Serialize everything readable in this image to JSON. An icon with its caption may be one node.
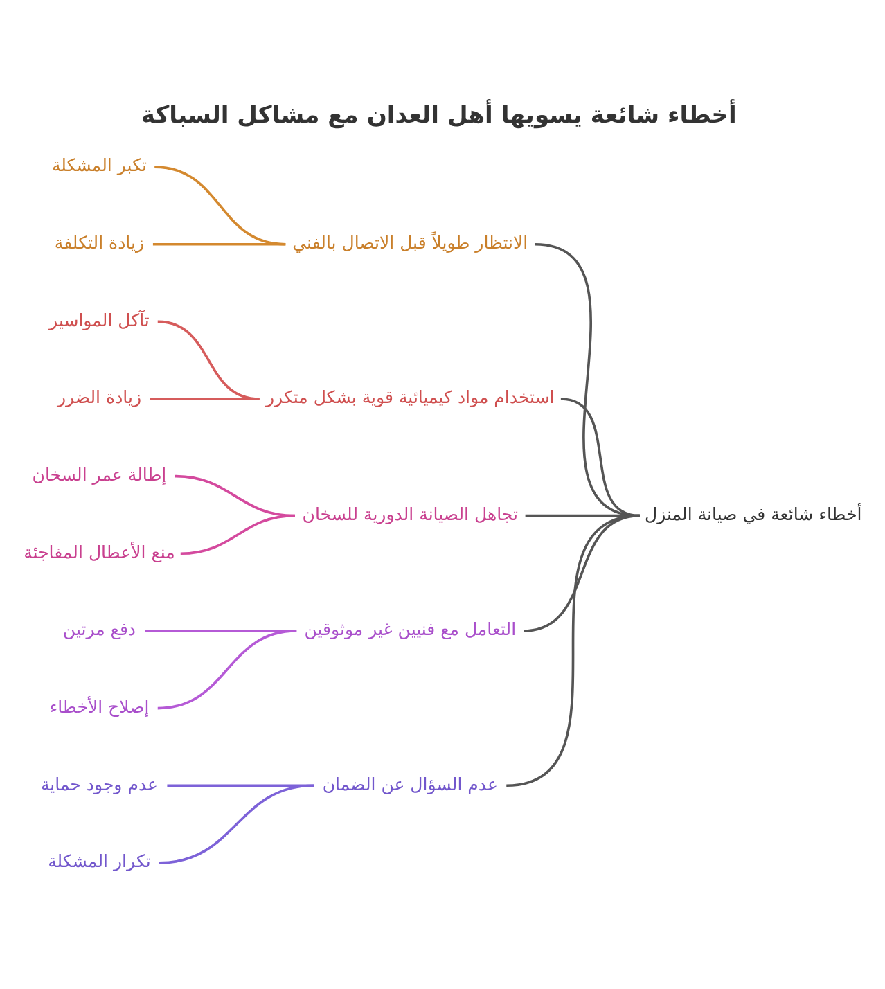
{
  "diagram": {
    "title": "أخطاء شائعة يسويها أهل العدان مع مشاكل السباكة",
    "nodes": [
      {
        "text": [
          "أخطاء شائعة في صيانة المنزل"
        ]
      },
      {
        "text": [
          "الانتظار طويلاً قبل الاتصال بالفني"
        ]
      },
      {
        "text": [
          "تكبر المشكلة"
        ]
      },
      {
        "text": [
          "زيادة التكلفة"
        ]
      },
      {
        "text": [
          "استخدام مواد كيميائية قوية بشكل متكرر"
        ]
      },
      {
        "text": [
          "تآكل المواسير"
        ]
      },
      {
        "text": [
          "زيادة الضرر"
        ]
      },
      {
        "text": [
          "تجاهل الصيانة الدورية للسخان"
        ]
      },
      {
        "text": [
          "إطالة عمر السخان"
        ]
      },
      {
        "text": [
          "منع الأعطال المفاجئة"
        ]
      },
      {
        "text": [
          "التعامل مع فنيين غير موثوقين"
        ]
      },
      {
        "text": [
          "دفع مرتين"
        ]
      },
      {
        "text": [
          "إصلاح الأخطاء"
        ]
      },
      {
        "text": [
          "عدم السؤال عن الضمان"
        ]
      },
      {
        "text": [
          "عدم وجود حماية"
        ]
      },
      {
        "text": [
          "تكرار المشكلة"
        ]
      }
    ],
    "edges": [
      {
        "from": 0,
        "to": 1,
        "arrow": "none"
      },
      {
        "from": 1,
        "to": 2,
        "arrow": "none",
        "color": "#d4892f"
      },
      {
        "from": 1,
        "to": 3,
        "arrow": "none",
        "color": "#d4892f"
      },
      {
        "from": 0,
        "to": 4,
        "arrow": "none"
      },
      {
        "from": 4,
        "to": 5,
        "arrow": "none",
        "color": "#d65c5c"
      },
      {
        "from": 4,
        "to": 6,
        "arrow": "none",
        "color": "#d65c5c"
      },
      {
        "from": 0,
        "to": 7,
        "arrow": "none"
      },
      {
        "from": 7,
        "to": 8,
        "arrow": "none",
        "color": "#d44a9e"
      },
      {
        "from": 7,
        "to": 9,
        "arrow": "none",
        "color": "#d44a9e"
      },
      {
        "from": 0,
        "to": 10,
        "arrow": "none"
      },
      {
        "from": 10,
        "to": 11,
        "arrow": "none",
        "color": "#b55ad6"
      },
      {
        "from": 10,
        "to": 12,
        "arrow": "none",
        "color": "#b55ad6"
      },
      {
        "from": 0,
        "to": 13,
        "arrow": "none"
      },
      {
        "from": 13,
        "to": 14,
        "arrow": "none",
        "color": "#7d62d8"
      },
      {
        "from": 13,
        "to": 15,
        "arrow": "none",
        "color": "#7d62d8"
      }
    ]
  }
}
